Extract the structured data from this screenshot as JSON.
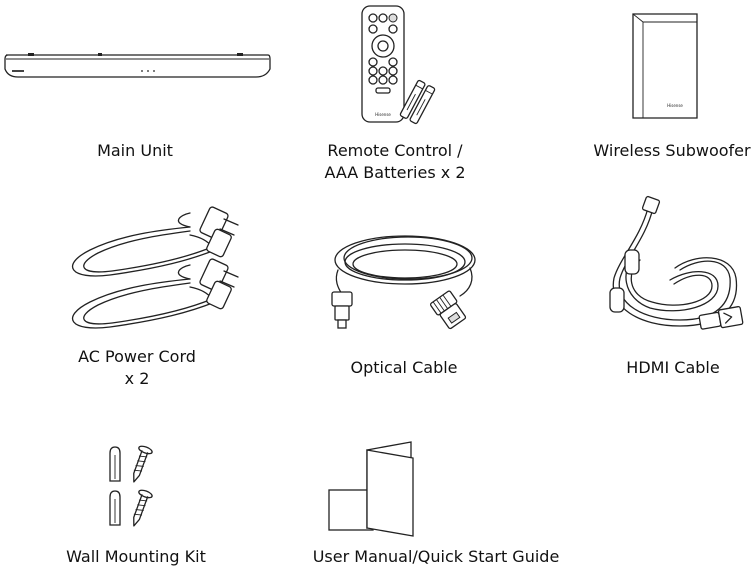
{
  "items": [
    {
      "caption_lines": [
        "Main Unit"
      ],
      "icon": "soundbar-icon"
    },
    {
      "caption_lines": [
        "Remote Control /",
        "AAA Batteries x 2"
      ],
      "icon": "remote-control-icon",
      "brand_marks": [
        "Hisense"
      ]
    },
    {
      "caption_lines": [
        "Wireless Subwoofer"
      ],
      "icon": "subwoofer-icon",
      "brand_marks": [
        "Hisense"
      ]
    },
    {
      "caption_lines": [
        "AC Power Cord",
        "x 2"
      ],
      "icon": "power-cord-icon"
    },
    {
      "caption_lines": [
        "Optical Cable"
      ],
      "icon": "optical-cable-icon"
    },
    {
      "caption_lines": [
        "HDMI Cable"
      ],
      "icon": "hdmi-cable-icon"
    },
    {
      "caption_lines": [
        "Wall Mounting Kit"
      ],
      "icon": "wall-mount-kit-icon"
    },
    {
      "caption_lines": [
        "User Manual/Quick Start Guide"
      ],
      "icon": "user-manual-icon"
    }
  ]
}
